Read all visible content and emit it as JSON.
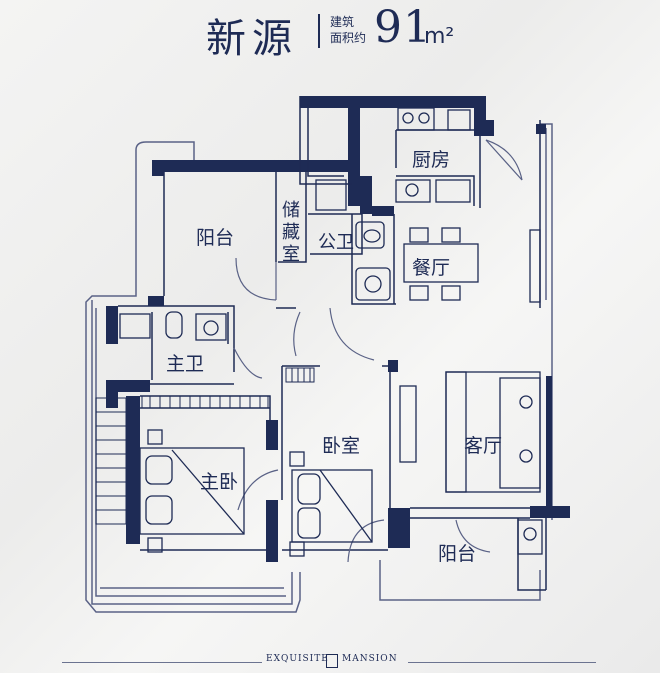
{
  "header": {
    "project_name": "新源",
    "area_label_line1": "建筑",
    "area_label_line2": "面积约",
    "area_value": "91",
    "area_unit": "m²"
  },
  "rooms": {
    "balcony_top": "阳台",
    "storage": "储藏室",
    "public_bath": "公卫",
    "kitchen": "厨房",
    "dining": "餐厅",
    "master_bath": "主卫",
    "master_bedroom": "主卧",
    "bedroom": "卧室",
    "living": "客厅",
    "balcony_bottom": "阳台"
  },
  "footer": {
    "left_text": "EXQUISITE",
    "right_text": "MANSION"
  },
  "colors": {
    "wall": "#1e2b55",
    "line": "#5a6286"
  }
}
